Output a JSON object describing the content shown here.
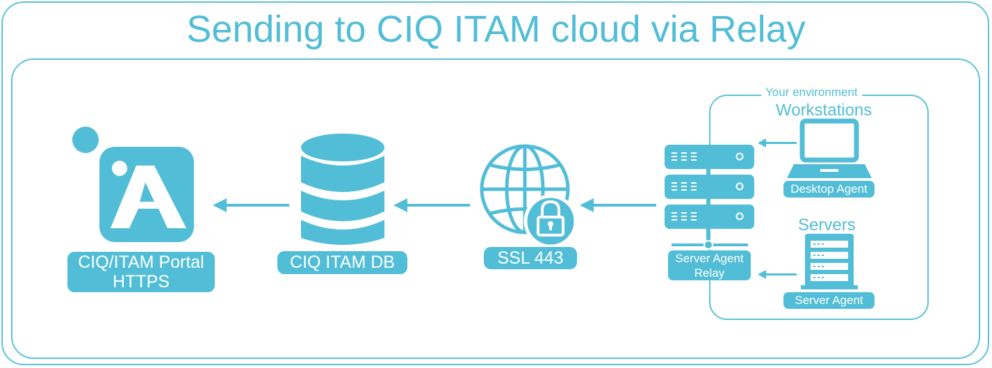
{
  "title": "Sending to CIQ ITAM cloud via Relay",
  "environment_label": "Your environment",
  "workstations_label": "Workstations",
  "servers_label": "Servers",
  "nodes": {
    "portal": {
      "line1": "CIQ/ITAM Portal",
      "line2": "HTTPS"
    },
    "db": {
      "label": "CIQ ITAM DB"
    },
    "ssl": {
      "label": "SSL 443"
    },
    "relay": {
      "line1": "Server Agent",
      "line2": "Relay"
    },
    "desktop_agent": {
      "label": "Desktop Agent"
    },
    "server_agent": {
      "label": "Server Agent"
    }
  },
  "colors": {
    "accent": "#52bdd6",
    "background": "#ffffff"
  },
  "icons": [
    "ciq-logo-icon",
    "database-icon",
    "globe-lock-icon",
    "server-rack-icon",
    "laptop-icon",
    "server-tower-icon",
    "arrow-left-icon"
  ]
}
